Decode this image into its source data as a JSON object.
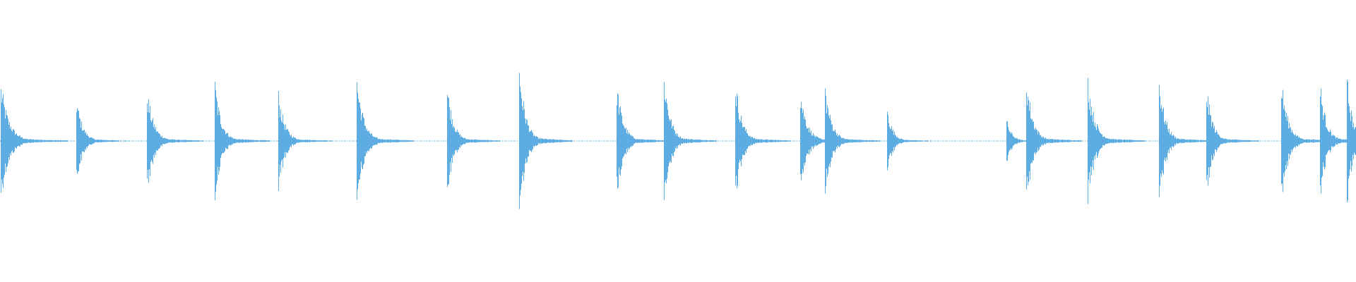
{
  "waveform": {
    "color": "#5dade2",
    "transients": [
      {
        "position": 0.0,
        "amplitude": 0.87,
        "decay": 0.8,
        "asymmetry": 0.0
      },
      {
        "position": 0.056,
        "amplitude": 0.65,
        "decay": 0.5,
        "asymmetry": 0.0
      },
      {
        "position": 0.108,
        "amplitude": 0.77,
        "decay": 0.6,
        "asymmetry": 0.0
      },
      {
        "position": 0.158,
        "amplitude": 0.9,
        "decay": 0.55,
        "asymmetry": 0.0
      },
      {
        "position": 0.205,
        "amplitude": 0.74,
        "decay": 0.55,
        "asymmetry": 0.0
      },
      {
        "position": 0.263,
        "amplitude": 0.99,
        "decay": 0.6,
        "asymmetry": 0.0
      },
      {
        "position": 0.33,
        "amplitude": 0.86,
        "decay": 0.5,
        "asymmetry": 0.0
      },
      {
        "position": 0.383,
        "amplitude": 1.18,
        "decay": 0.5,
        "asymmetry": 0.1
      },
      {
        "position": 0.455,
        "amplitude": 0.88,
        "decay": 0.55,
        "asymmetry": 0.0
      },
      {
        "position": 0.49,
        "amplitude": 1.05,
        "decay": 0.5,
        "asymmetry": 0.0
      },
      {
        "position": 0.543,
        "amplitude": 0.92,
        "decay": 0.55,
        "asymmetry": 0.0
      },
      {
        "position": 0.591,
        "amplitude": 0.78,
        "decay": 0.6,
        "asymmetry": 0.0
      },
      {
        "position": 0.609,
        "amplitude": 0.85,
        "decay": 0.55,
        "asymmetry": 0.0
      },
      {
        "position": 0.655,
        "amplitude": 0.5,
        "decay": 0.4,
        "asymmetry": 0.0
      },
      {
        "position": 0.743,
        "amplitude": 0.33,
        "decay": 0.35,
        "asymmetry": 0.0
      },
      {
        "position": 0.758,
        "amplitude": 0.99,
        "decay": 0.55,
        "asymmetry": 0.0
      },
      {
        "position": 0.803,
        "amplitude": 0.99,
        "decay": 0.6,
        "asymmetry": 0.0
      },
      {
        "position": 0.856,
        "amplitude": 0.98,
        "decay": 0.5,
        "asymmetry": 0.0
      },
      {
        "position": 0.891,
        "amplitude": 0.83,
        "decay": 0.5,
        "asymmetry": 0.0
      },
      {
        "position": 0.946,
        "amplitude": 0.93,
        "decay": 0.6,
        "asymmetry": 0.0
      },
      {
        "position": 0.975,
        "amplitude": 0.87,
        "decay": 0.5,
        "asymmetry": 0.0
      },
      {
        "position": 0.995,
        "amplitude": 0.98,
        "decay": 0.4,
        "asymmetry": 0.0
      }
    ]
  }
}
